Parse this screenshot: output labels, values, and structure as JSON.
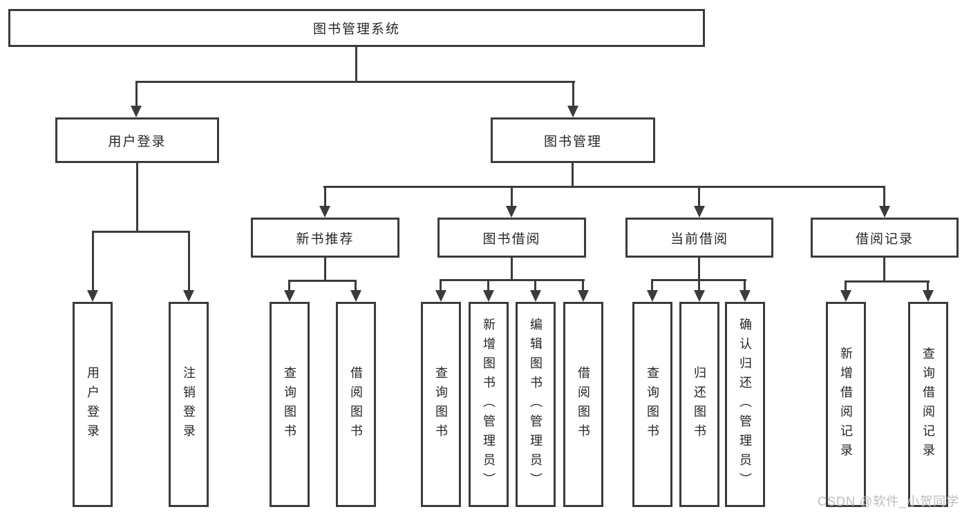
{
  "diagram": {
    "root": {
      "label": "图书管理系统"
    },
    "branches": [
      {
        "label": "用户登录",
        "children": [
          "用户登录",
          "注销登录"
        ]
      },
      {
        "label": "图书管理",
        "children": [
          {
            "label": "新书推荐",
            "children": [
              "查询图书",
              "借阅图书"
            ]
          },
          {
            "label": "图书借阅",
            "children": [
              "查询图书",
              "新增图书（管理员）",
              "编辑图书（管理员）",
              "借阅图书"
            ]
          },
          {
            "label": "当前借阅",
            "children": [
              "查询图书",
              "归还图书",
              "确认归还（管理员）"
            ]
          },
          {
            "label": "借阅记录",
            "children": [
              "新增借阅记录",
              "查询借阅记录"
            ]
          }
        ]
      }
    ]
  },
  "watermark": "CSDN @软件_小贺同学",
  "colors": {
    "line": "#3b3b3b",
    "text": "#262626",
    "watermark": "#bcbcbc",
    "background": "#ffffff"
  }
}
